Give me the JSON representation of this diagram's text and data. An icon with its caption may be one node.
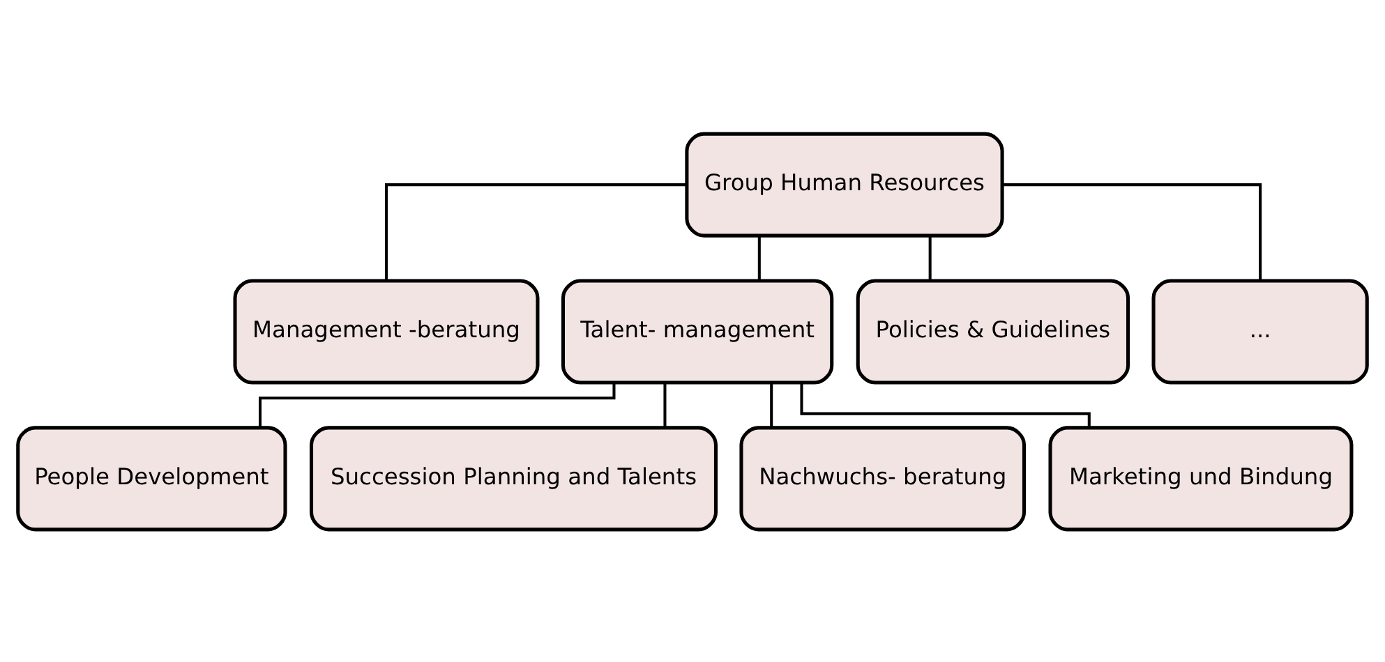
{
  "diagram": {
    "nodes": [
      {
        "text": [
          "Group Human Resources"
        ]
      },
      {
        "text": [
          "Management -beratung"
        ]
      },
      {
        "text": [
          "Talent- management"
        ]
      },
      {
        "text": [
          "Policies & Guidelines"
        ]
      },
      {
        "text": [
          "..."
        ]
      },
      {
        "text": [
          "People Development"
        ]
      },
      {
        "text": [
          "Succession Planning and Talents"
        ]
      },
      {
        "text": [
          "Nachwuchs- beratung"
        ]
      },
      {
        "text": [
          "Marketing und Bindung"
        ]
      }
    ],
    "edges": [
      {
        "from": 0,
        "to": 1,
        "arrow": "none"
      },
      {
        "from": 0,
        "to": 2,
        "arrow": "none"
      },
      {
        "from": 0,
        "to": 3,
        "arrow": "none"
      },
      {
        "from": 0,
        "to": 4,
        "arrow": "none"
      },
      {
        "from": 2,
        "to": 5,
        "arrow": "none"
      },
      {
        "from": 2,
        "to": 6,
        "arrow": "none"
      },
      {
        "from": 2,
        "to": 7,
        "arrow": "none"
      },
      {
        "from": 2,
        "to": 8,
        "arrow": "none"
      }
    ]
  }
}
